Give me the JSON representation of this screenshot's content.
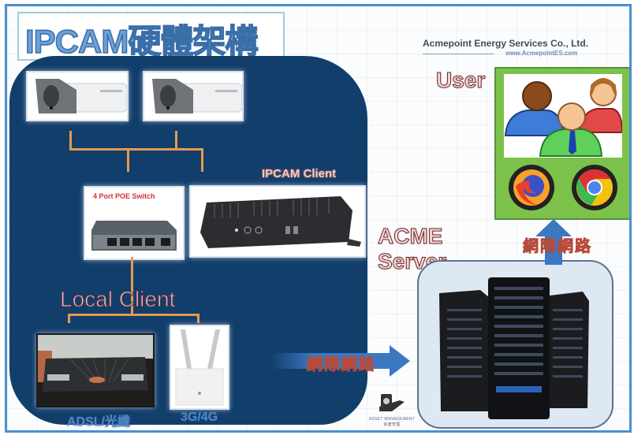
{
  "title": "IPCAM硬體架構",
  "company": {
    "name": "Acmepoint Energy Services Co., Ltd.",
    "url": "www.AcmepointES.com"
  },
  "local_side": {
    "cameras": [
      {
        "id": "camera-1",
        "kind": "bullet IP camera"
      },
      {
        "id": "camera-2",
        "kind": "bullet IP camera"
      }
    ],
    "switch": {
      "caption": "4 Port POE Switch"
    },
    "ipcam_client": {
      "label": "IPCAM Client"
    },
    "local_client": {
      "label": "Local Client"
    },
    "uplinks": [
      {
        "label": "ADSL/光纖",
        "device": "ADSL router"
      },
      {
        "label": "3G/4G",
        "device": "4G router"
      }
    ]
  },
  "connections": {
    "to_server_label": "網際網路",
    "to_user_label": "網際網路"
  },
  "server": {
    "label_line1": "ACME",
    "label_line2": "Server"
  },
  "user": {
    "label": "User",
    "browsers": [
      "firefox-icon",
      "chrome-icon"
    ]
  },
  "asset_badge": {
    "text": "ASSET MANAGEMENT",
    "subtext": "資產管理"
  },
  "colors": {
    "frame": "#4a90d0",
    "local_panel": "#123e6b",
    "wire": "#e69a4c",
    "user_panel": "#7cc24a",
    "server_panel": "#dde8f3",
    "arrow": "#3a78c2"
  }
}
